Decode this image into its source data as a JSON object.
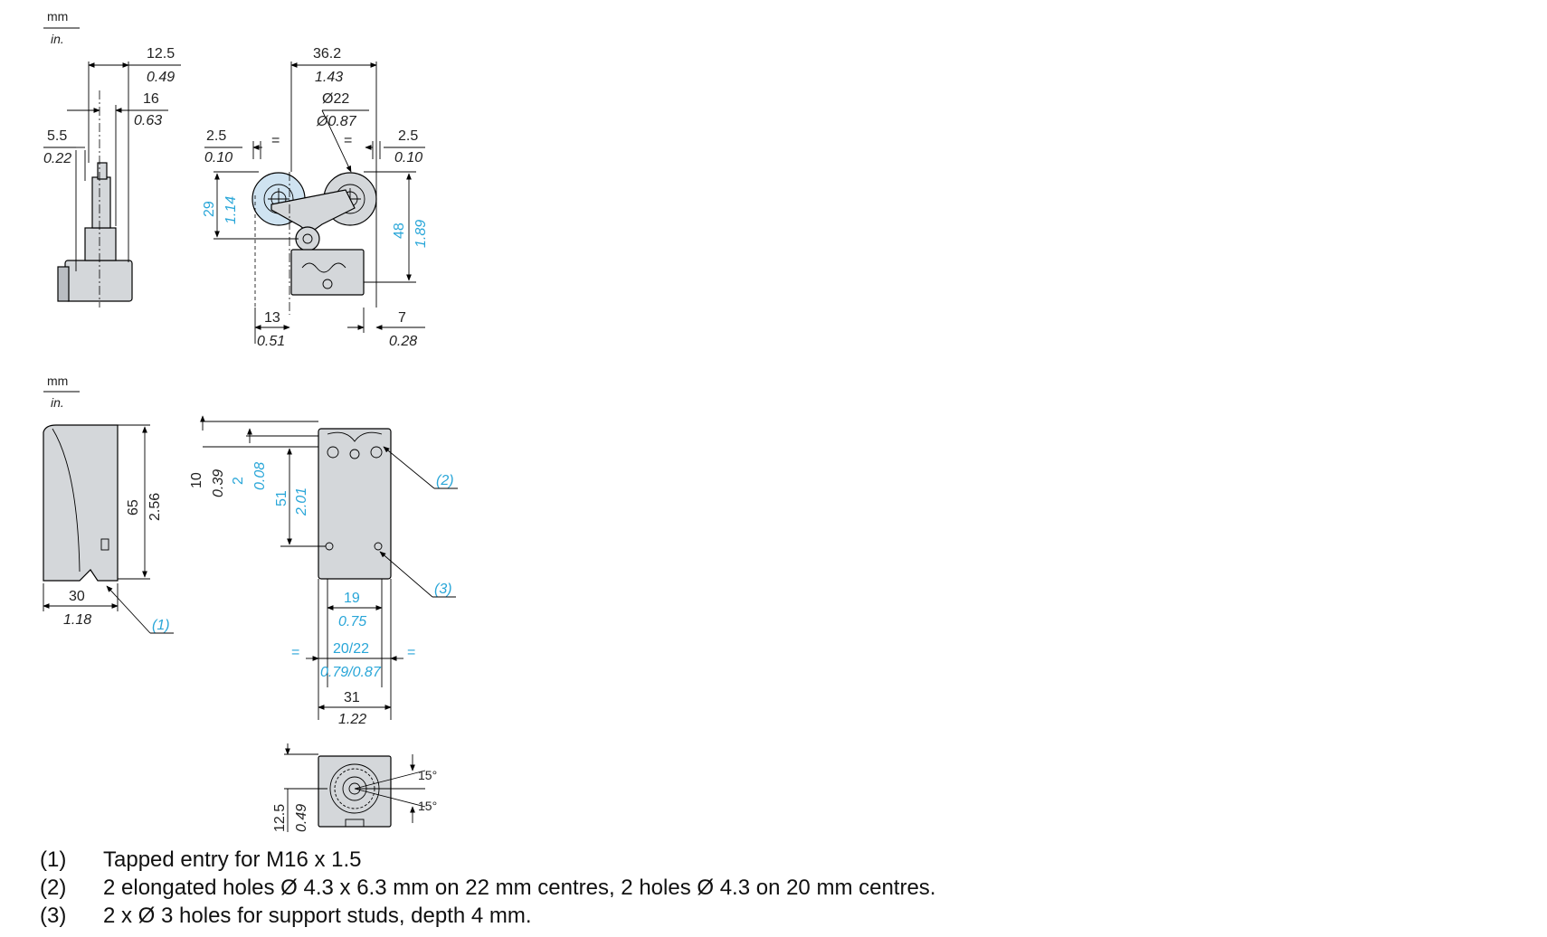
{
  "units": {
    "top": "mm",
    "bottom": "in."
  },
  "views": {
    "roller_side": {
      "d1_mm": "12.5",
      "d1_in": "0.49",
      "d2_mm": "16",
      "d2_in": "0.63",
      "d3_mm": "5.5",
      "d3_in": "0.22"
    },
    "roller_front": {
      "width_mm": "36.2",
      "width_in": "1.43",
      "dia_mm": "Ø22",
      "dia_in": "Ø0.87",
      "left_gap_mm": "2.5",
      "left_gap_in": "0.10",
      "right_gap_mm": "2.5",
      "right_gap_in": "0.10",
      "eq_mark": "=",
      "h29_mm": "29",
      "h29_in": "1.14",
      "h48_mm": "48",
      "h48_in": "1.89",
      "b13_mm": "13",
      "b13_in": "0.51",
      "b7_mm": "7",
      "b7_in": "0.28"
    },
    "body_side": {
      "h_mm": "65",
      "h_in": "2.56",
      "w_mm": "30",
      "w_in": "1.18",
      "callout": "(1)"
    },
    "body_front": {
      "d10_mm": "10",
      "d10_in": "0.39",
      "d2_mm": "2",
      "d2_in": "0.08",
      "d51_mm": "51",
      "d51_in": "2.01",
      "d19_mm": "19",
      "d19_in": "0.75",
      "d20_mm": "20/22",
      "d20_in": "0.79/0.87",
      "d31_mm": "31",
      "d31_in": "1.22",
      "eq_mark": "=",
      "callout2": "(2)",
      "callout3": "(3)"
    },
    "head_view": {
      "angle_top": "15°",
      "angle_bottom": "15°",
      "d_mm": "12.5",
      "d_in": "0.49"
    }
  },
  "notes": [
    {
      "num": "(1)",
      "text": "Tapped entry for M16 x 1.5"
    },
    {
      "num": "(2)",
      "text": "2 elongated holes Ø 4.3 x 6.3 mm on 22 mm centres, 2 holes Ø 4.3 on 20 mm centres."
    },
    {
      "num": "(3)",
      "text": "2 x Ø 3 holes for support studs, depth 4 mm."
    }
  ]
}
